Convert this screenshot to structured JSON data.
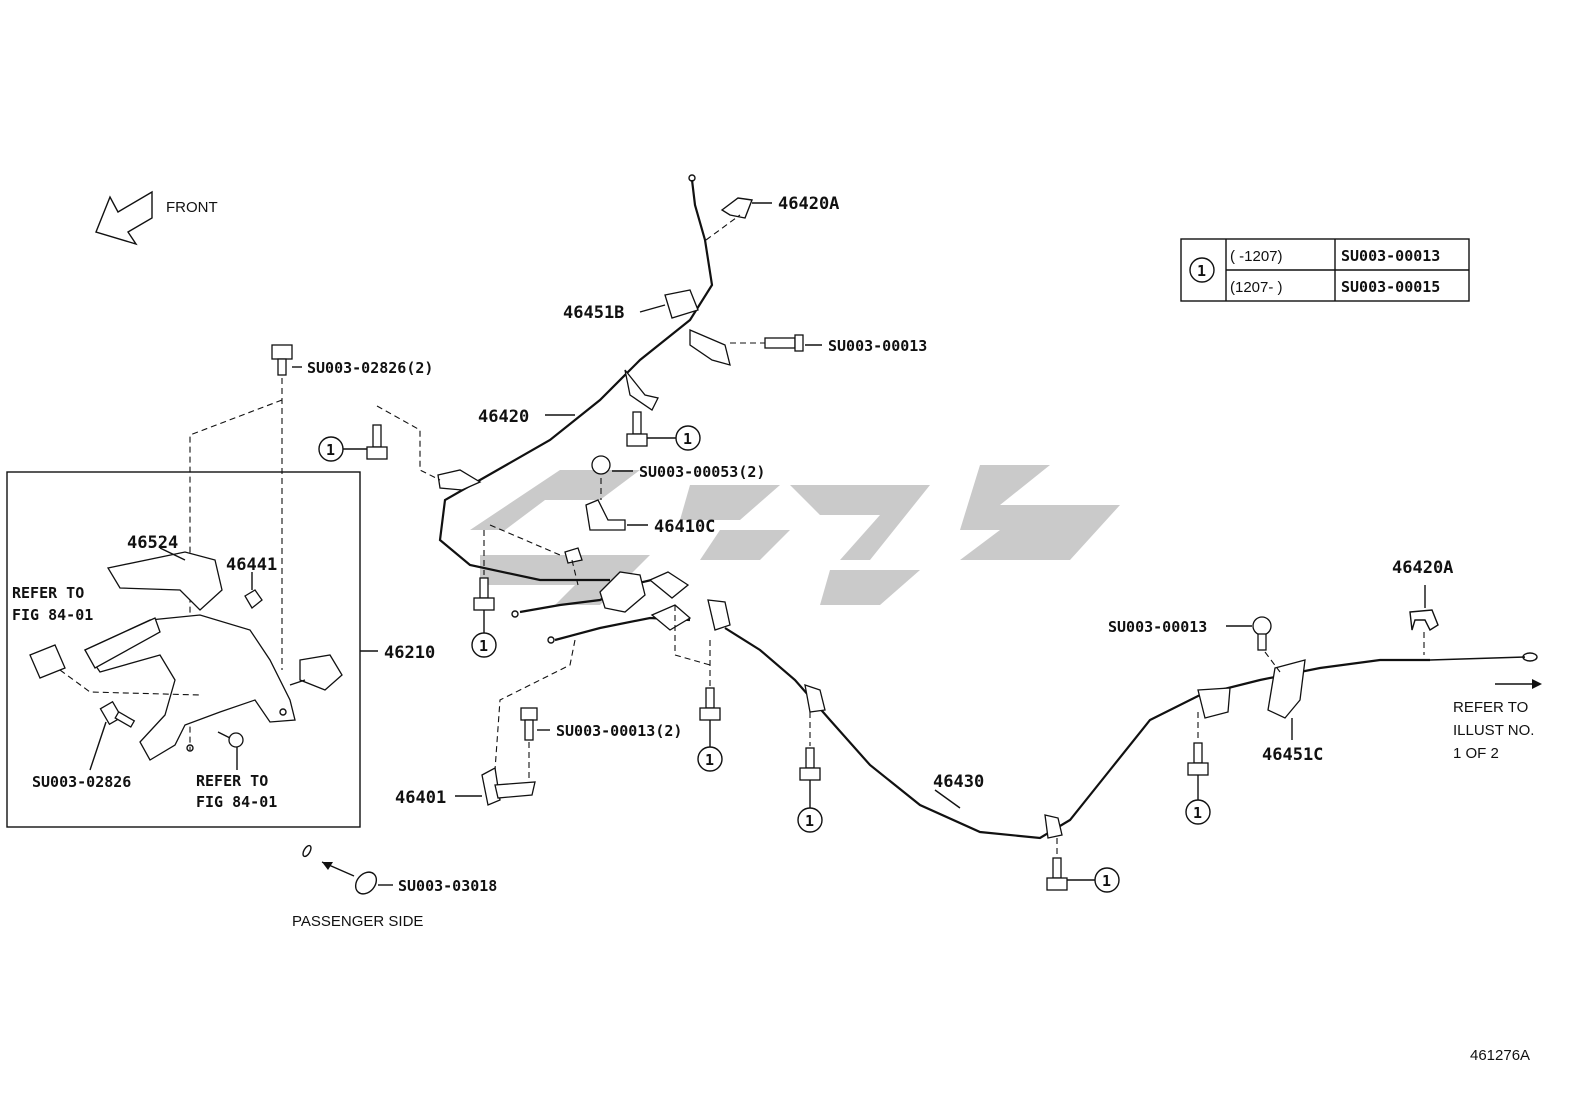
{
  "front_label": "FRONT",
  "diagram_code": "461276A",
  "legend": {
    "symbol": "1",
    "rows": [
      {
        "range": "(      -1207)",
        "part": "SU003-00013"
      },
      {
        "range": "(1207-      )",
        "part": "SU003-00015"
      }
    ]
  },
  "circle_marker": "1",
  "labels": {
    "p46420A_top": "46420A",
    "p46451B": "46451B",
    "su_00013_top": "SU003-00013",
    "su_02826_2": "SU003-02826(2)",
    "p46420": "46420",
    "su_00053_2": "SU003-00053(2)",
    "p46410C": "46410C",
    "p46524": "46524",
    "p46441": "46441",
    "refer_to_1": "REFER TO",
    "fig_84_01_1": "FIG 84-01",
    "p46210": "46210",
    "su_02826": "SU003-02826",
    "refer_to_2": "REFER TO",
    "fig_84_01_2": "FIG 84-01",
    "su_00013_2": "SU003-00013(2)",
    "p46401": "46401",
    "su_03018": "SU003-03018",
    "passenger_side": "PASSENGER SIDE",
    "p46430": "46430",
    "su_00013_right": "SU003-00013",
    "p46420A_right": "46420A",
    "p46451C": "46451C",
    "refer_illust_1": "REFER TO",
    "refer_illust_2": "ILLUST NO.",
    "refer_illust_3": "1 OF 2"
  }
}
